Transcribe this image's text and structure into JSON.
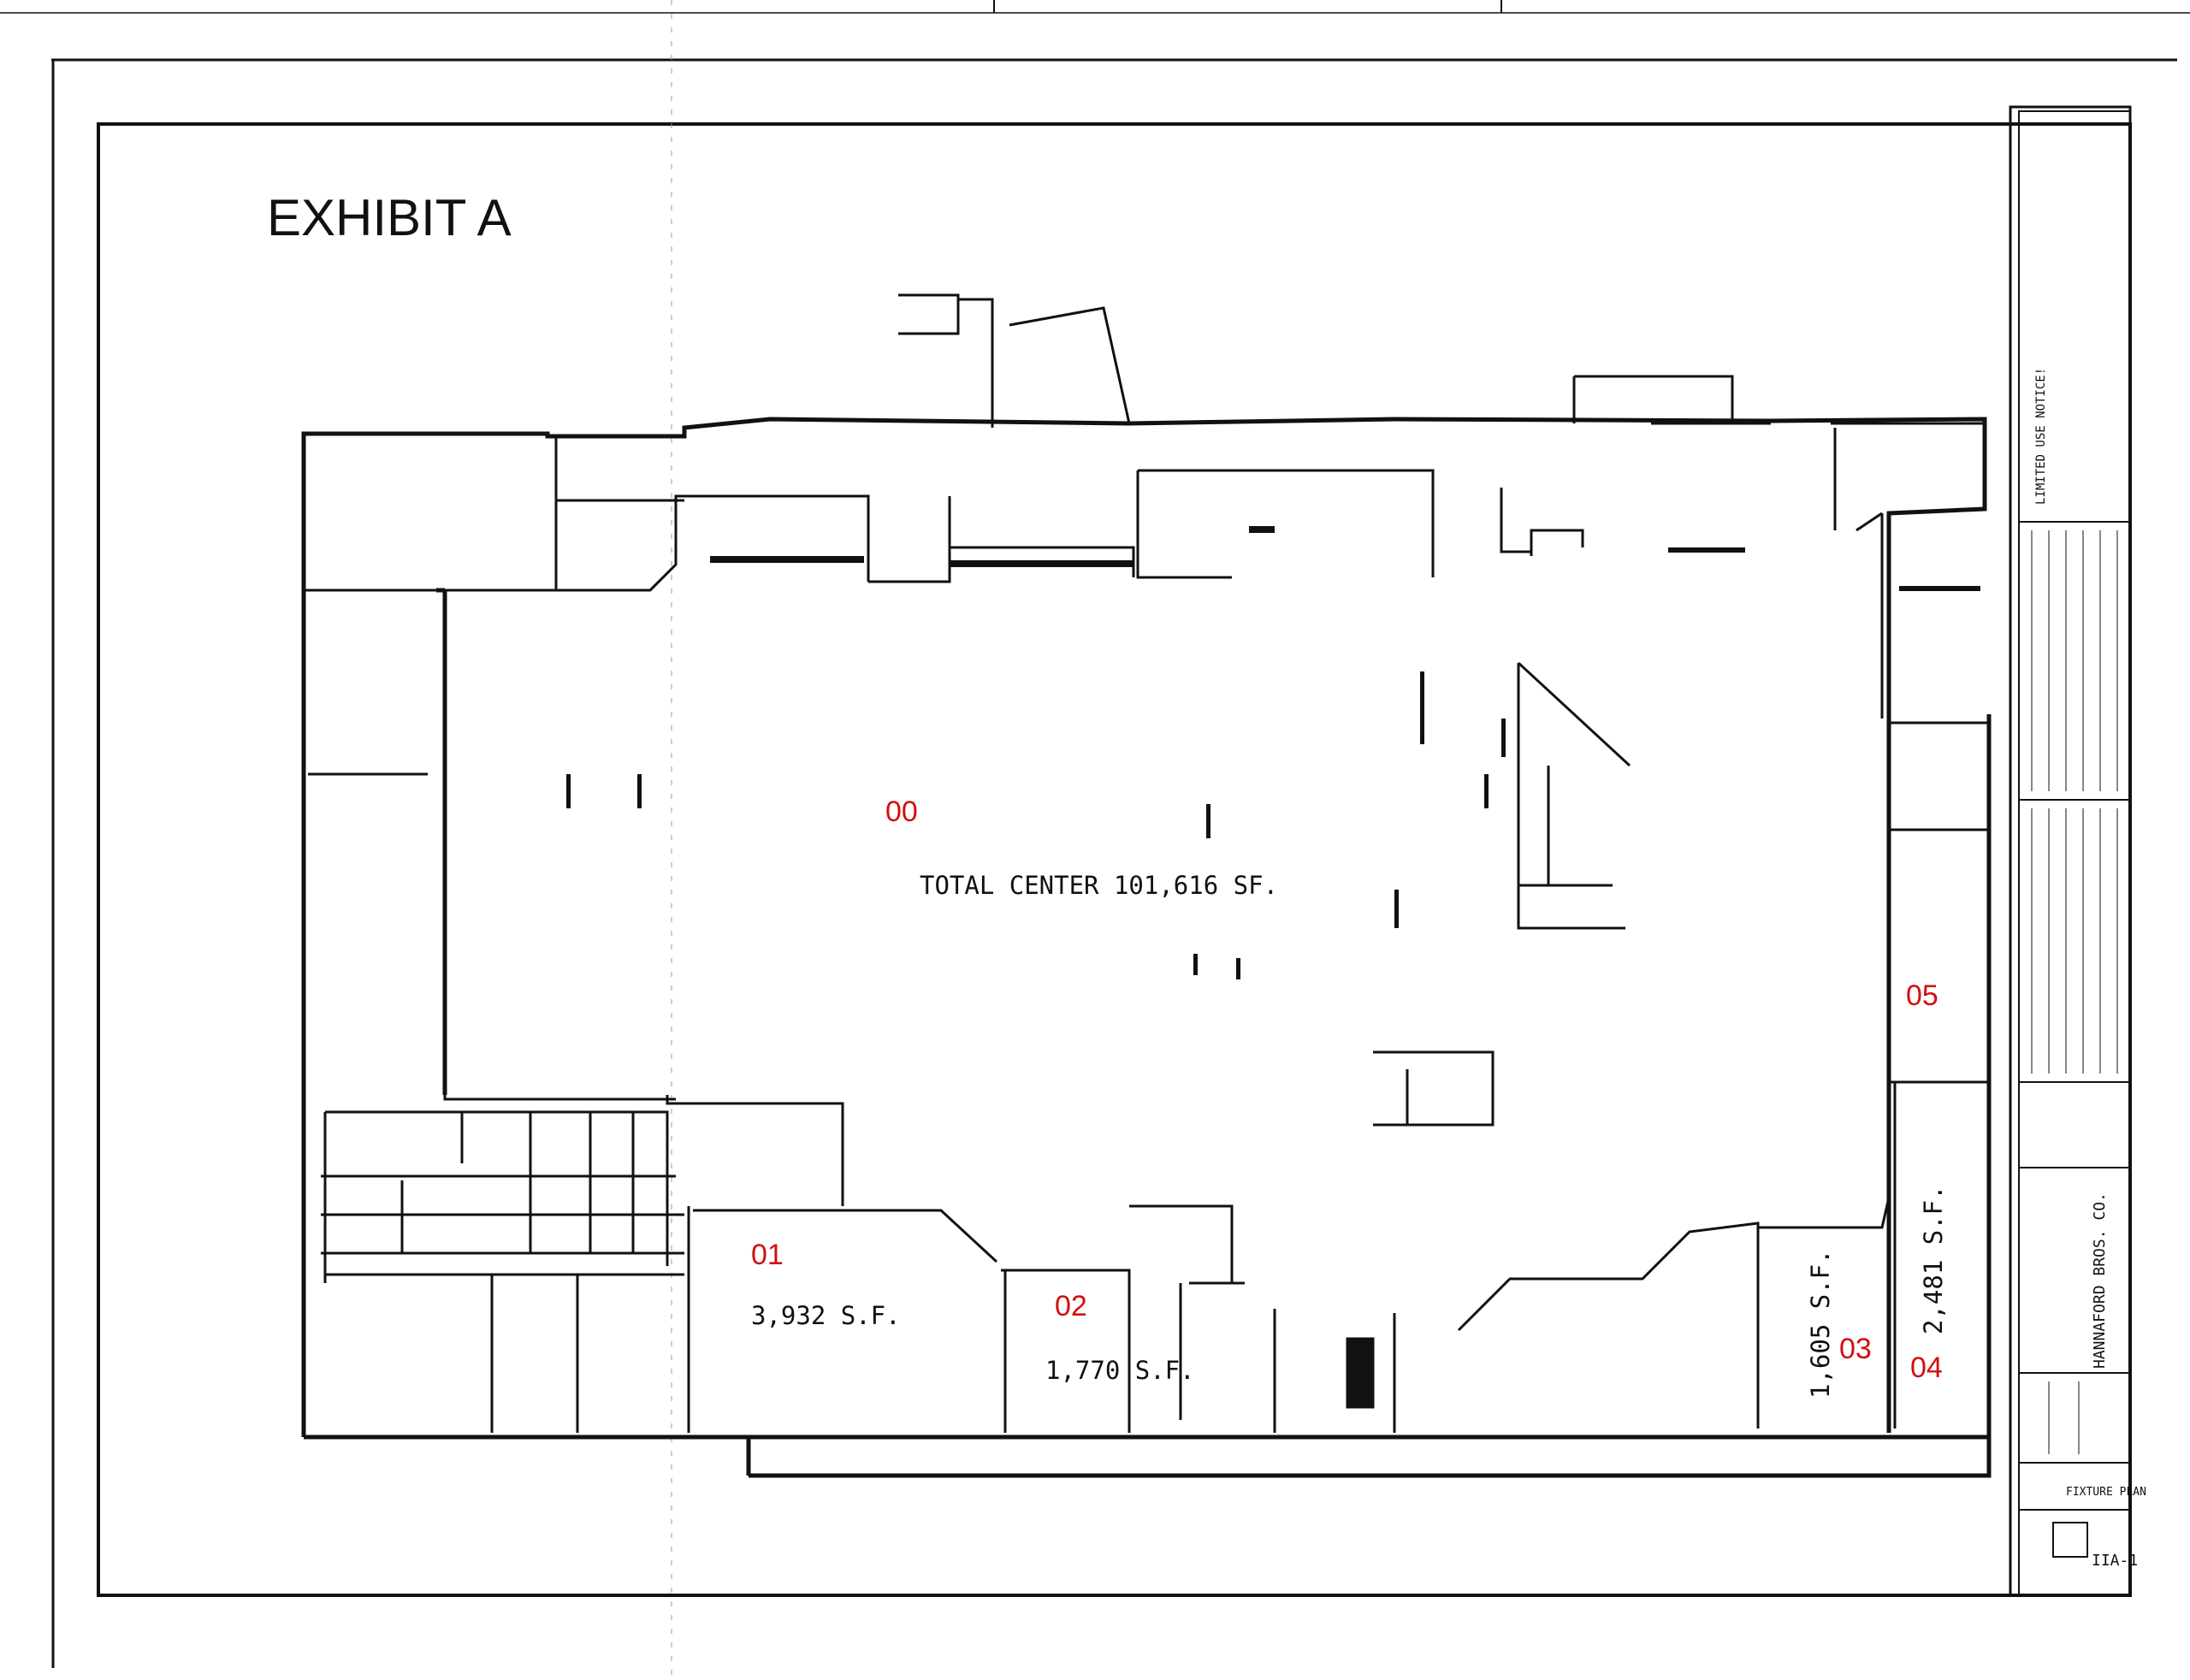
{
  "exhibit_title": "EXHIBIT A",
  "total_label": "TOTAL CENTER 101,616 SF.",
  "units": [
    {
      "id": "00",
      "area": ""
    },
    {
      "id": "01",
      "area": "3,932 S.F."
    },
    {
      "id": "02",
      "area": "1,770 S.F."
    },
    {
      "id": "03",
      "area": "1,605 S.F."
    },
    {
      "id": "04",
      "area": "2,481 S.F."
    },
    {
      "id": "05",
      "area": ""
    }
  ],
  "title_block": {
    "notice_heading": "LIMITED USE NOTICE!",
    "company": "HANNAFORD BROS. CO.",
    "sheet_title": "FIXTURE PLAN",
    "sheet_number": "IIA-1"
  },
  "colors": {
    "unit_label": "#d01010",
    "lines": "#111111"
  }
}
